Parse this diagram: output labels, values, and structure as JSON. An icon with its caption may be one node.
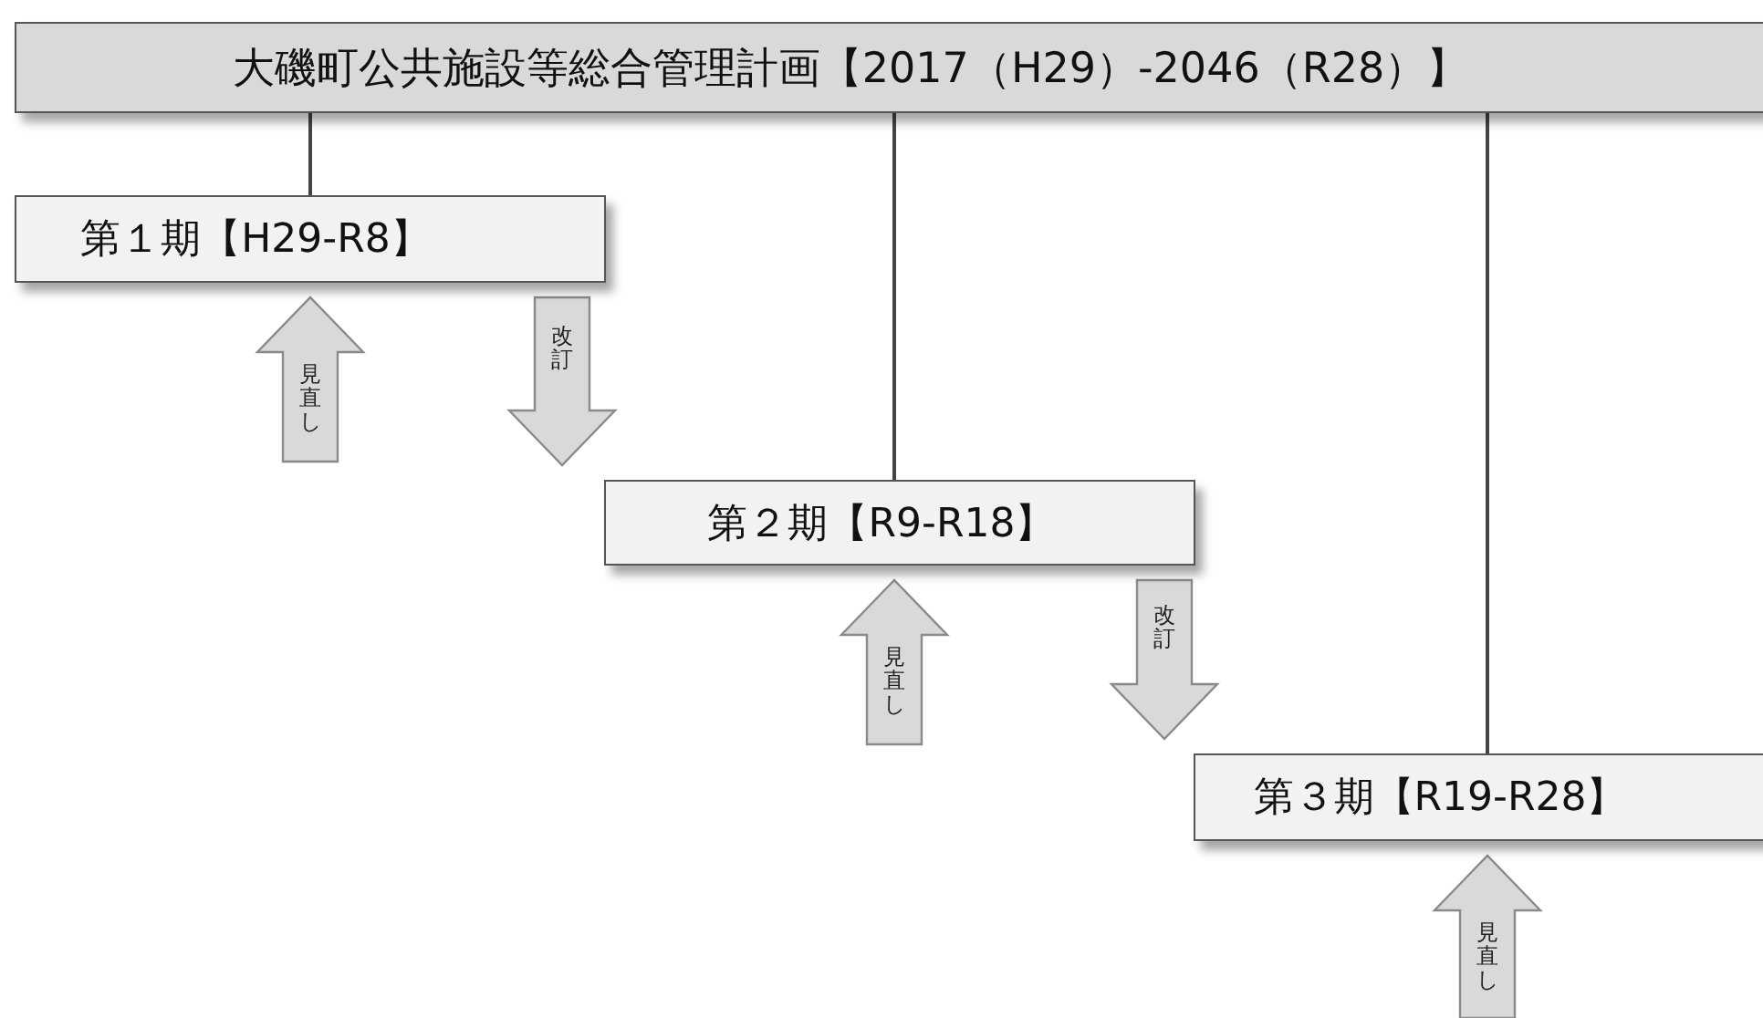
{
  "diagram": {
    "nodes": [
      {
        "text": [
          "大磯町公共施設等総合管理計画【2017（H29）-2046（R28）】"
        ]
      },
      {
        "text": [
          "第１期【H29-R8】"
        ]
      },
      {
        "text": [
          "第２期【R9-R18】"
        ]
      },
      {
        "text": [
          "第３期【R19-R28】"
        ]
      }
    ],
    "edges": [
      {
        "from": 0,
        "to": 1,
        "arrow": "none"
      },
      {
        "from": 0,
        "to": 2,
        "arrow": "none"
      },
      {
        "from": 0,
        "to": 3,
        "arrow": "none"
      },
      {
        "from": null,
        "to": 1,
        "arrow": "to",
        "label": "見直し",
        "style": "thick"
      },
      {
        "from": 1,
        "to": 2,
        "arrow": "to",
        "label": "改訂",
        "style": "thick"
      },
      {
        "from": null,
        "to": 2,
        "arrow": "to",
        "label": "見直し",
        "style": "thick"
      },
      {
        "from": 2,
        "to": 3,
        "arrow": "to",
        "label": "改訂",
        "style": "thick"
      },
      {
        "from": null,
        "to": 3,
        "arrow": "to",
        "label": "見直し",
        "style": "thick"
      }
    ]
  }
}
